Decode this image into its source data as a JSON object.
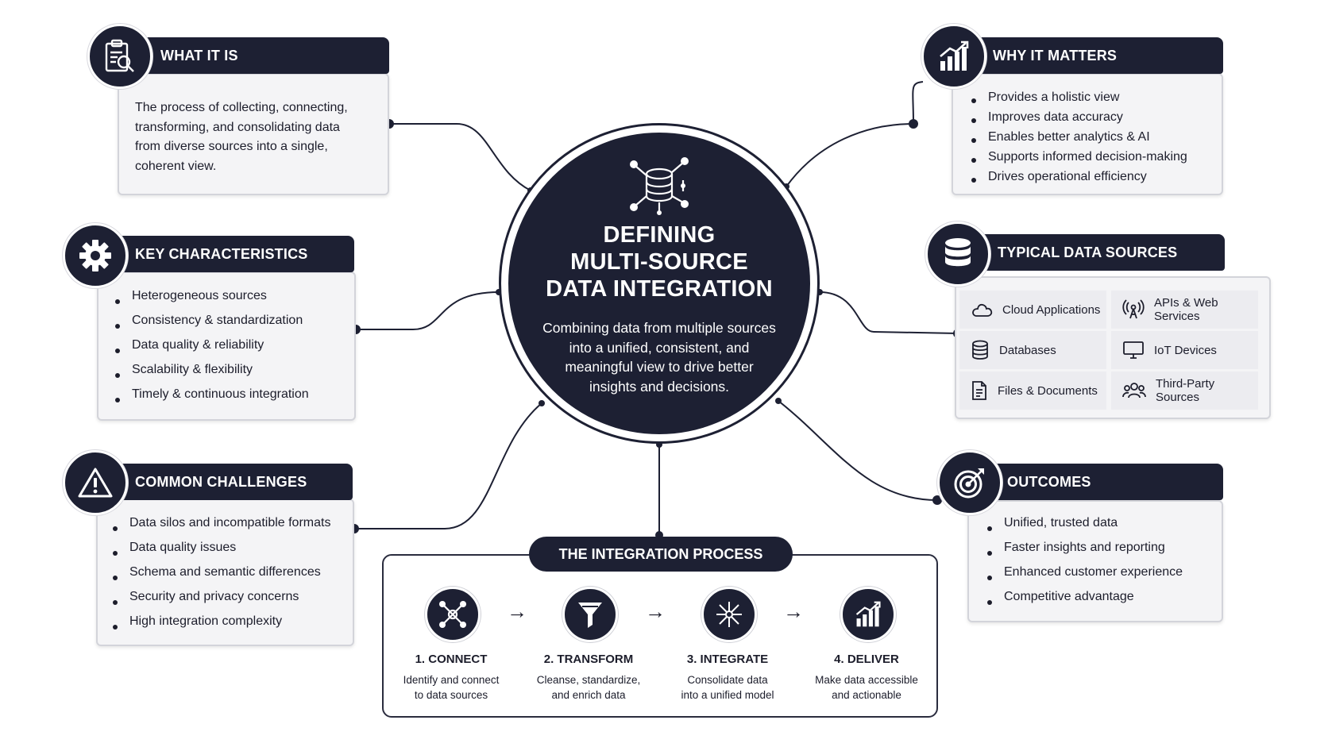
{
  "center": {
    "title_lines": [
      "DEFINING",
      "MULTI-SOURCE",
      "DATA INTEGRATION"
    ],
    "description": "Combining data from multiple sources into a unified, consistent, and meaningful view to drive better insights and decisions.",
    "icon": "database-network-icon"
  },
  "what_it_is": {
    "title": "WHAT IT IS",
    "icon": "clipboard-search-icon",
    "description": "The process of collecting, connecting, transforming, and consolidating data from diverse sources into a single, coherent view."
  },
  "key_characteristics": {
    "title": "KEY CHARACTERISTICS",
    "icon": "gear-icon",
    "items": [
      "Heterogeneous sources",
      "Consistency & standardization",
      "Data quality & reliability",
      "Scalability & flexibility",
      "Timely & continuous integration"
    ]
  },
  "common_challenges": {
    "title": "COMMON CHALLENGES",
    "icon": "warning-icon",
    "items": [
      "Data silos and incompatible formats",
      "Data quality issues",
      "Schema and semantic differences",
      "Security and privacy concerns",
      "High integration complexity"
    ]
  },
  "why_it_matters": {
    "title": "WHY IT MATTERS",
    "icon": "growth-chart-icon",
    "items": [
      "Provides a holistic view",
      "Improves data accuracy",
      "Enables better analytics & AI",
      "Supports informed decision-making",
      "Drives operational efficiency"
    ]
  },
  "typical_sources": {
    "title": "TYPICAL DATA SOURCES",
    "icon": "database-icon",
    "items": [
      {
        "label": "Cloud Applications",
        "icon": "cloud-icon"
      },
      {
        "label": "APIs & Web Services",
        "icon": "antenna-icon"
      },
      {
        "label": "Databases",
        "icon": "database-icon"
      },
      {
        "label": "IoT Devices",
        "icon": "monitor-icon"
      },
      {
        "label": "Files & Documents",
        "icon": "document-icon"
      },
      {
        "label": "Third-Party Sources",
        "icon": "people-icon"
      }
    ]
  },
  "outcomes": {
    "title": "OUTCOMES",
    "icon": "target-icon",
    "items": [
      "Unified, trusted data",
      "Faster insights and reporting",
      "Enhanced customer experience",
      "Competitive advantage"
    ]
  },
  "process": {
    "title": "THE INTEGRATION PROCESS",
    "arrow": "→",
    "steps": [
      {
        "title": "1. CONNECT",
        "line1": "Identify and connect",
        "line2": "to data sources",
        "icon": "network-nodes-icon"
      },
      {
        "title": "2. TRANSFORM",
        "line1": "Cleanse, standardize,",
        "line2": "and enrich data",
        "icon": "filter-funnel-icon"
      },
      {
        "title": "3. INTEGRATE",
        "line1": "Consolidate data",
        "line2": "into a unified model",
        "icon": "converge-icon"
      },
      {
        "title": "4. DELIVER",
        "line1": "Make data accessible",
        "line2": "and actionable",
        "icon": "growth-chart-icon"
      }
    ]
  }
}
